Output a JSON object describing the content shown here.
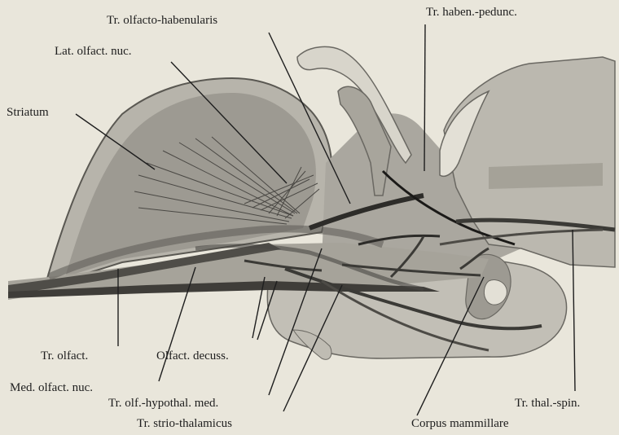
{
  "figure": {
    "labels": {
      "tr_olfacto_habenularis": "Tr. olfacto-habenularis",
      "tr_haben_peduncularis": "Tr. haben.-pedunc.",
      "lat_olfact_nuc": "Lat. olfact. nuc.",
      "striatum": "Striatum",
      "tr_olfact": "Tr. olfact.",
      "olfact_decuss": "Olfact. decuss.",
      "med_olfact_nuc": "Med. olfact. nuc.",
      "tr_olf_hypothal_med": "Tr. olf.-hypothal. med.",
      "tr_thal_spin": "Tr. thal.-spin.",
      "tr_strio_thalamicus": "Tr. strio-thalamicus",
      "corpus_mammillare": "Corpus mammillare"
    }
  }
}
